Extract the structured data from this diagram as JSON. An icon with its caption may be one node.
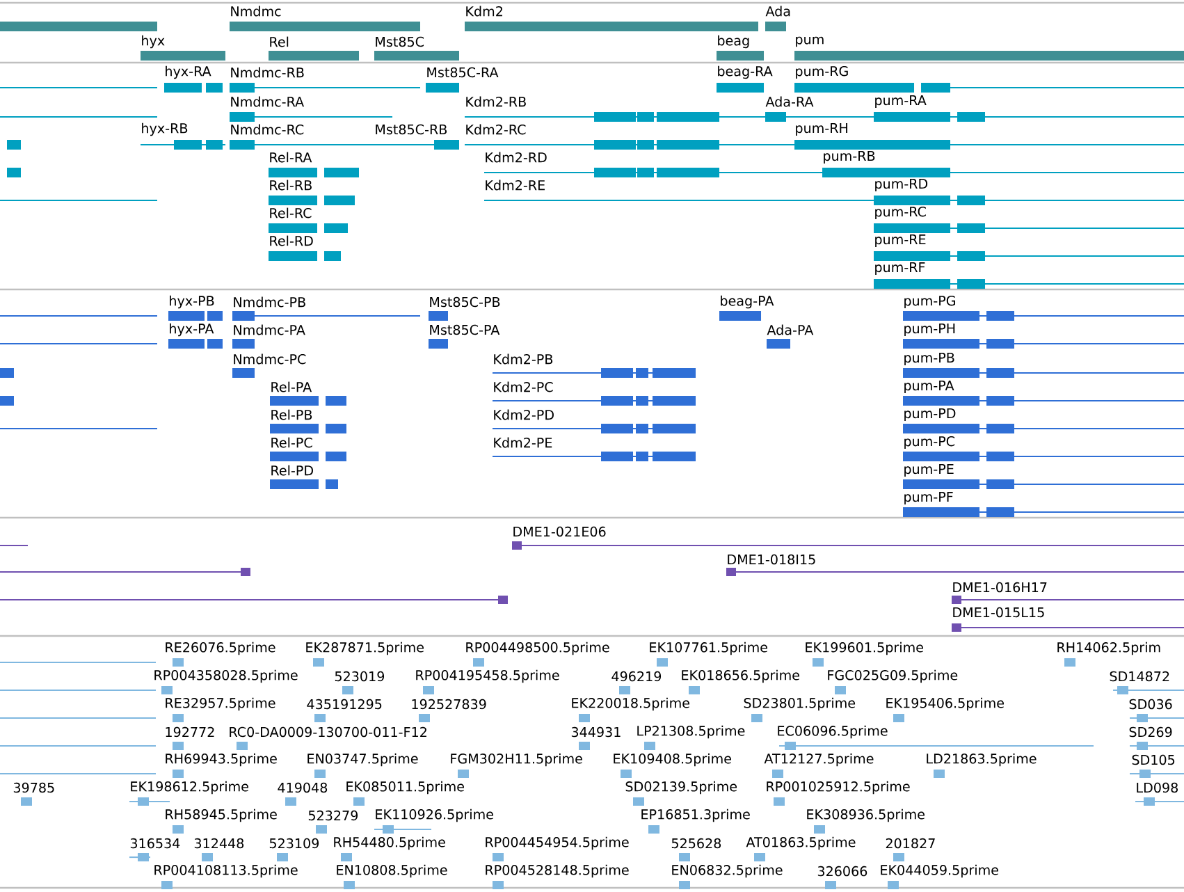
{
  "diagram": {
    "labels": [
      "Nmdmc",
      "Kdm2",
      "Ada",
      "hyx",
      "Rel",
      "Mst85C",
      "beag",
      "pum",
      "hyx-RA",
      "Nmdmc-RB",
      "Mst85C-RA",
      "beag-RA",
      "pum-RG",
      "Nmdmc-RA",
      "Kdm2-RB",
      "Ada-RA",
      "pum-RA",
      "hyx-RB",
      "Nmdmc-RC",
      "Mst85C-RB",
      "Kdm2-RC",
      "pum-RH",
      "Rel-RA",
      "Kdm2-RD",
      "pum-RB",
      "Rel-RB",
      "Kdm2-RE",
      "pum-RD",
      "Rel-RC",
      "pum-RC",
      "Rel-RD",
      "pum-RE",
      "pum-RF",
      "hyx-PB",
      "Nmdmc-PB",
      "Mst85C-PB",
      "beag-PA",
      "pum-PG",
      "hyx-PA",
      "Nmdmc-PA",
      "Mst85C-PA",
      "Ada-PA",
      "pum-PH",
      "Nmdmc-PC",
      "Kdm2-PB",
      "pum-PB",
      "Rel-PA",
      "Kdm2-PC",
      "pum-PA",
      "Rel-PB",
      "Kdm2-PD",
      "pum-PD",
      "Rel-PC",
      "Kdm2-PE",
      "pum-PC",
      "Rel-PD",
      "pum-PE",
      "pum-PF",
      "DME1-021E06",
      "DME1-018I15",
      "DME1-016H17",
      "DME1-015L15",
      "RE26076.5prime",
      "EK287871.5prime",
      "RP004498500.5prime",
      "EK107761.5prime",
      "EK199601.5prime",
      "RH14062.5prim",
      "RP004358028.5prime",
      "523019",
      "RP004195458.5prime",
      "496219",
      "EK018656.5prime",
      "FGC025G09.5prime",
      "SD14872",
      "RE32957.5prime",
      "435191295",
      "192527839",
      "EK220018.5prime",
      "SD23801.5prime",
      "EK195406.5prime",
      "SD036",
      "192772",
      "RC0-DA0009-130700-011-F12",
      "344931",
      "LP21308.5prime",
      "EC06096.5prime",
      "SD269",
      "RH69943.5prime",
      "EN03747.5prime",
      "FGM302H11.5prime",
      "EK109408.5prime",
      "AT12127.5prime",
      "LD21863.5prime",
      "SD105",
      "39785",
      "EK198612.5prime",
      "419048",
      "EK085011.5prime",
      "SD02139.5prime",
      "RP001025912.5prime",
      "LD098",
      "RH58945.5prime",
      "523279",
      "EK110926.5prime",
      "EP16851.3prime",
      "EK308936.5prime",
      "316534",
      "312448",
      "523109",
      "RH54480.5prime",
      "RP004454954.5prime",
      "525628",
      "AT01863.5prime",
      "201827",
      "RP004108113.5prime",
      "EN10808.5prime",
      "RP004528148.5prime",
      "EN06832.5prime",
      "326066",
      "EK044059.5prime"
    ]
  }
}
